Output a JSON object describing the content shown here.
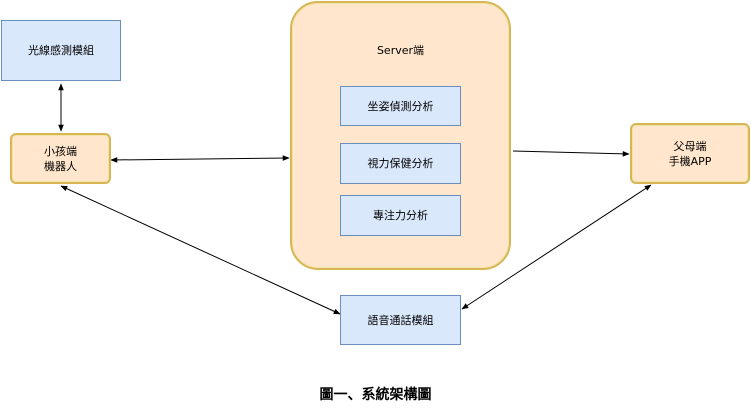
{
  "diagram": {
    "nodes": {
      "light_module": "光線感測模組",
      "child_robot": "小孩端\n機器人",
      "server": "Server端",
      "posture": "坐姿偵測分析",
      "vision": "視力保健分析",
      "focus": "專注力分析",
      "parent_app": "父母端\n手機APP",
      "voice_module": "語音通話模組"
    },
    "caption": "圖一、系統架構圖"
  }
}
